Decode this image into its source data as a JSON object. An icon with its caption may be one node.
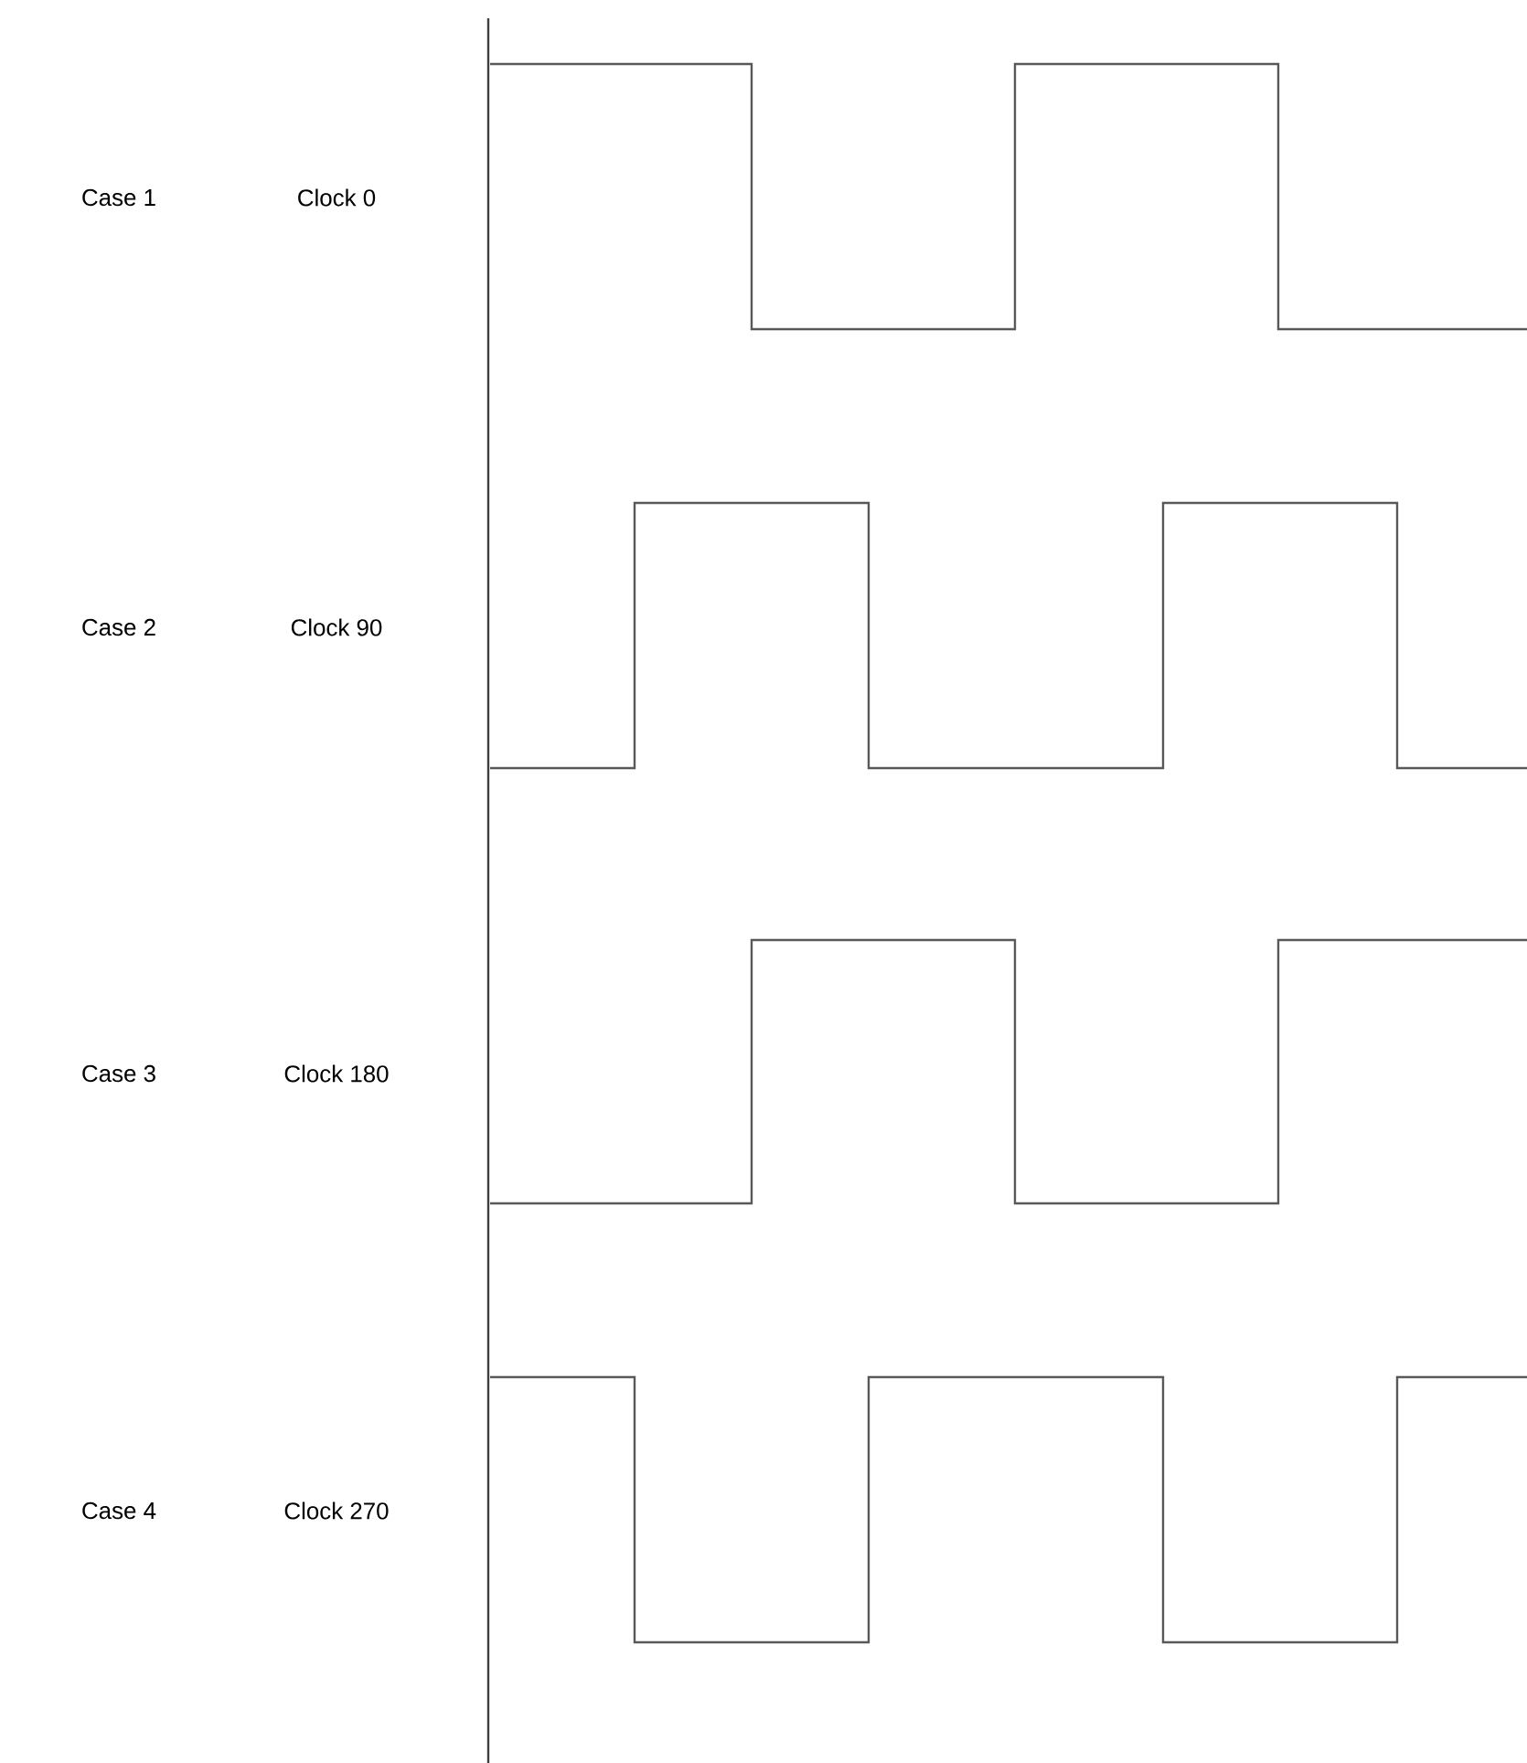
{
  "diagram": {
    "labels": [
      "Case 1",
      "Clock 0",
      "Case 2",
      "Clock 90",
      "Case 3",
      "Clock 180",
      "Case 4",
      "Clock 270"
    ]
  }
}
